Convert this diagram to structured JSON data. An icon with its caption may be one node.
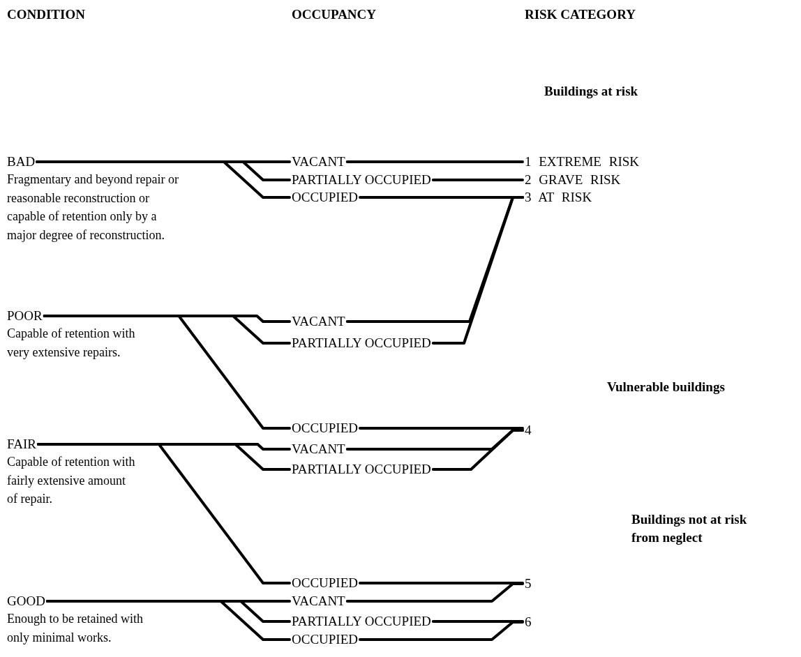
{
  "diagram": {
    "nodes": [
      {
        "text": [
          "BAD"
        ],
        "beside": [
          "Fragmentary and beyond repair or reasonable reconstruction or capable of retention only by a major degree of reconstruction."
        ]
      },
      {
        "text": [
          "VACANT"
        ]
      },
      {
        "text": [
          "PARTIALLY OCCUPIED"
        ]
      },
      {
        "text": [
          "OCCUPIED"
        ]
      },
      {
        "text": [
          "1 EXTREME RISK"
        ]
      },
      {
        "text": [
          "2 GRAVE RISK"
        ]
      },
      {
        "text": [
          "3 AT RISK"
        ]
      },
      {
        "text": [
          "POOR"
        ],
        "beside": [
          "Capable of retention with very extensive repairs."
        ]
      },
      {
        "text": [
          "VACANT"
        ]
      },
      {
        "text": [
          "PARTIALLY OCCUPIED"
        ]
      },
      {
        "text": [
          "OCCUPIED"
        ]
      },
      {
        "text": [
          "4"
        ]
      },
      {
        "text": [
          "FAIR"
        ],
        "beside": [
          "Capable of retention with fairly extensive amount of repair."
        ]
      },
      {
        "text": [
          "VACANT"
        ]
      },
      {
        "text": [
          "PARTIALLY OCCUPIED"
        ]
      },
      {
        "text": [
          "OCCUPIED"
        ]
      },
      {
        "text": [
          "5"
        ]
      },
      {
        "text": [
          "GOOD"
        ],
        "beside": [
          "Enough to be retained with only minimal works."
        ]
      },
      {
        "text": [
          "VACANT"
        ]
      },
      {
        "text": [
          "PARTIALLY OCCUPIED"
        ]
      },
      {
        "text": [
          "OCCUPIED"
        ]
      },
      {
        "text": [
          "6"
        ]
      }
    ],
    "edges": [
      {
        "from": 0,
        "to": 1,
        "arrow": "none"
      },
      {
        "from": 0,
        "to": 2,
        "arrow": "none"
      },
      {
        "from": 0,
        "to": 3,
        "arrow": "none"
      },
      {
        "from": 1,
        "to": 4,
        "arrow": "none"
      },
      {
        "from": 2,
        "to": 5,
        "arrow": "none"
      },
      {
        "from": 3,
        "to": 6,
        "arrow": "none"
      },
      {
        "from": 7,
        "to": 8,
        "arrow": "none"
      },
      {
        "from": 7,
        "to": 9,
        "arrow": "none"
      },
      {
        "from": 7,
        "to": 10,
        "arrow": "none"
      },
      {
        "from": 8,
        "to": 6,
        "arrow": "none"
      },
      {
        "from": 9,
        "to": 6,
        "arrow": "none"
      },
      {
        "from": 10,
        "to": 11,
        "arrow": "none"
      },
      {
        "from": 12,
        "to": 13,
        "arrow": "none"
      },
      {
        "from": 12,
        "to": 14,
        "arrow": "none"
      },
      {
        "from": 12,
        "to": 15,
        "arrow": "none"
      },
      {
        "from": 13,
        "to": 11,
        "arrow": "none"
      },
      {
        "from": 14,
        "to": 11,
        "arrow": "none"
      },
      {
        "from": 15,
        "to": 16,
        "arrow": "none"
      },
      {
        "from": 17,
        "to": 18,
        "arrow": "none"
      },
      {
        "from": 17,
        "to": 19,
        "arrow": "none"
      },
      {
        "from": 17,
        "to": 20,
        "arrow": "none"
      },
      {
        "from": 18,
        "to": 16,
        "arrow": "none"
      },
      {
        "from": 19,
        "to": 21,
        "arrow": "none"
      },
      {
        "from": 20,
        "to": 21,
        "arrow": "none"
      }
    ],
    "labels": [
      "CONDITION",
      "OCCUPANCY",
      "RISK CATEGORY",
      "Buildings at risk",
      "Vulnerable buildings",
      "Buildings not at risk from neglect"
    ]
  }
}
